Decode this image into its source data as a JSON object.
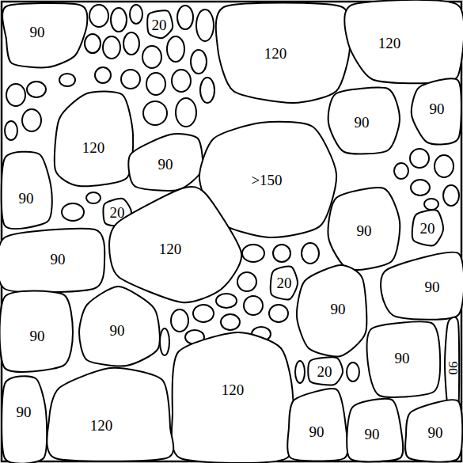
{
  "diagram": {
    "nodes": [
      {
        "text": [
          "90"
        ]
      },
      {
        "text": [
          "20"
        ]
      },
      {
        "text": [
          "120"
        ]
      },
      {
        "text": [
          "120"
        ]
      },
      {
        "text": [
          "90"
        ]
      },
      {
        "text": [
          "90"
        ]
      },
      {
        "text": [
          "120"
        ]
      },
      {
        "text": [
          "90"
        ]
      },
      {
        "text": [
          ">150"
        ]
      },
      {
        "text": [
          "90"
        ]
      },
      {
        "text": [
          "20"
        ]
      },
      {
        "text": [
          "90"
        ]
      },
      {
        "text": [
          "20"
        ]
      },
      {
        "text": [
          "90"
        ]
      },
      {
        "text": [
          "120"
        ]
      },
      {
        "text": [
          "20"
        ]
      },
      {
        "text": [
          "90"
        ]
      },
      {
        "text": [
          "90"
        ]
      },
      {
        "text": [
          "90"
        ]
      },
      {
        "text": [
          "90"
        ]
      },
      {
        "text": [
          "20"
        ]
      },
      {
        "text": [
          "90"
        ]
      },
      {
        "text": [
          "90"
        ]
      },
      {
        "text": [
          "120"
        ]
      },
      {
        "text": [
          "90"
        ]
      },
      {
        "text": [
          "120"
        ]
      },
      {
        "text": [
          "90"
        ]
      },
      {
        "text": [
          "90"
        ]
      },
      {
        "text": [
          "90"
        ]
      }
    ]
  }
}
